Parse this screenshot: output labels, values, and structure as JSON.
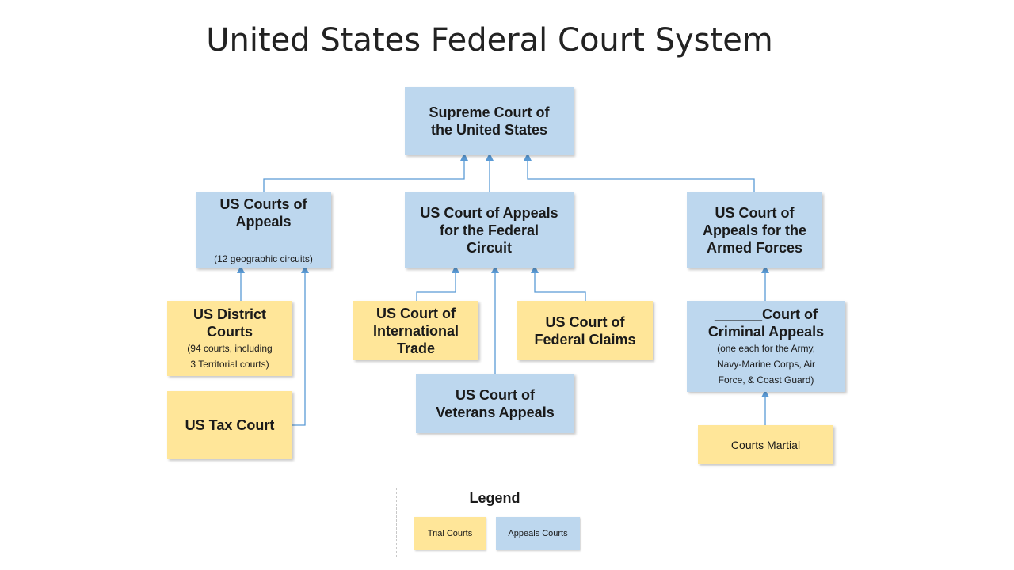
{
  "title": "United States Federal Court System",
  "colors": {
    "appeals": "#bdd7ee",
    "trial": "#ffe699",
    "connector": "#5b9bd5"
  },
  "courts": {
    "supreme": {
      "name": "Supreme Court of\nthe United States"
    },
    "courts_of_appeals": {
      "name": "US Courts of\nAppeals",
      "note": "(12 geographic circuits)"
    },
    "federal_circuit": {
      "name": "US Court of Appeals\nfor the Federal\nCircuit"
    },
    "armed_forces": {
      "name": "US Court of\nAppeals for the\nArmed Forces"
    },
    "district": {
      "name": "US District\nCourts",
      "note": "(94 courts, including\n3 Territorial courts)"
    },
    "tax": {
      "name": "US Tax Court"
    },
    "international_trade": {
      "name": "US Court of\nInternational\nTrade"
    },
    "federal_claims": {
      "name": "US Court of\nFederal Claims"
    },
    "veterans": {
      "name": "US Court of\nVeterans Appeals"
    },
    "criminal_appeals": {
      "name": "______Court of\nCriminal Appeals",
      "note": "(one each for the Army,\nNavy-Marine Corps, Air\nForce, & Coast Guard)"
    },
    "courts_martial": {
      "name": "Courts Martial"
    }
  },
  "legend": {
    "title": "Legend",
    "trial_label": "Trial Courts",
    "appeals_label": "Appeals Courts"
  }
}
